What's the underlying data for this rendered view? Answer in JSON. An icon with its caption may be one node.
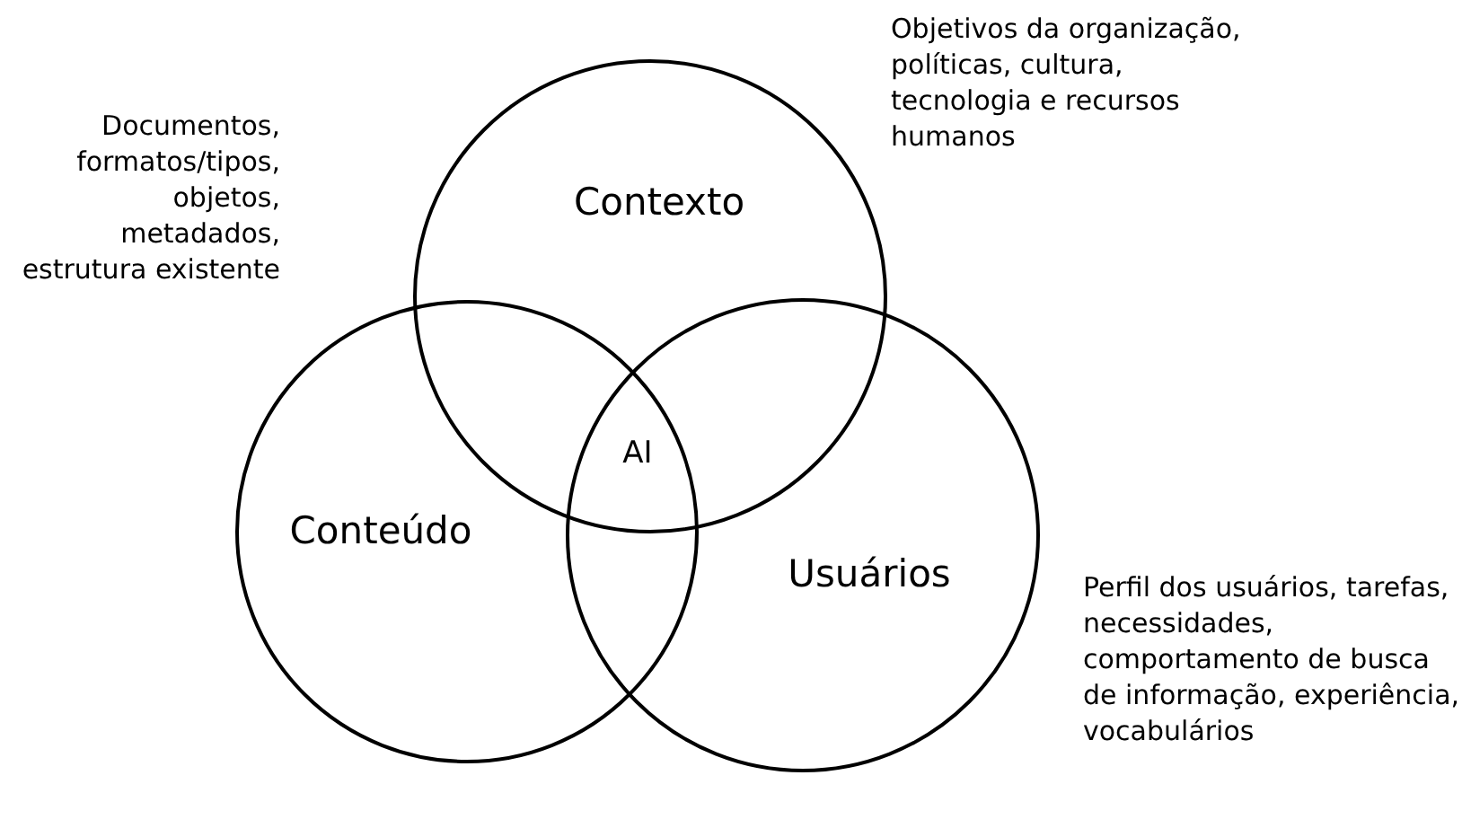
{
  "diagram": {
    "nodes": [
      {
        "text": [
          "Contexto"
        ],
        "beside": [
          "Objetivos da organização, políticas, cultura, tecnologia e recursos humanos"
        ]
      },
      {
        "text": [
          "Conteúdo"
        ],
        "beside": [
          "Documentos, formatos/tipos, objetos, metadados, estrutura existente"
        ]
      },
      {
        "text": [
          "Usuários"
        ],
        "beside": [
          "Perfil dos usuários, tarefas, necessidades, comportamento de busca de informação, experiência, vocabulários"
        ]
      }
    ],
    "labels": [
      "AI"
    ]
  }
}
